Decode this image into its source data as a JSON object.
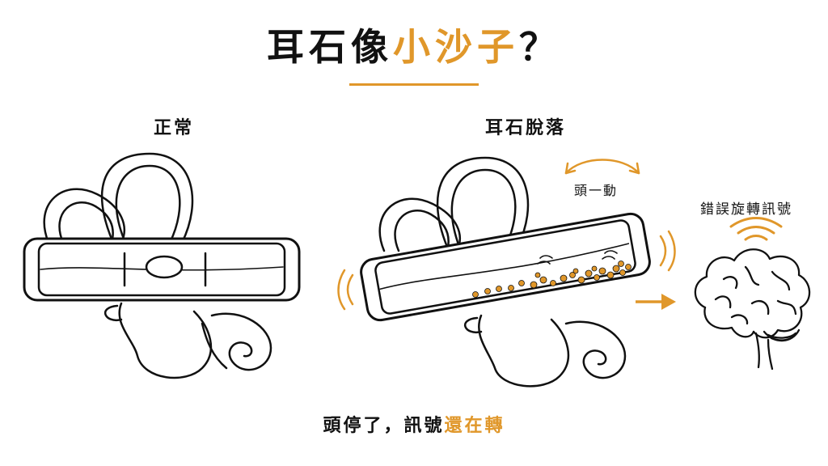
{
  "title": {
    "main": "耳石像",
    "accent": "小沙子",
    "end": "？"
  },
  "panels": {
    "normal": {
      "label": "正常"
    },
    "detached": {
      "label": "耳石脫落",
      "motion_label": "頭一動"
    },
    "brain": {
      "label": "錯誤旋轉訊號"
    }
  },
  "caption": {
    "main": "頭停了，訊號",
    "accent": "還在轉"
  },
  "colors": {
    "accent": "#e0972a",
    "ink": "#111111"
  },
  "icons": [
    "inner-ear",
    "semicircular-canal",
    "otolith-crystals",
    "motion-arrow",
    "right-arrow",
    "brain",
    "signal-waves"
  ]
}
